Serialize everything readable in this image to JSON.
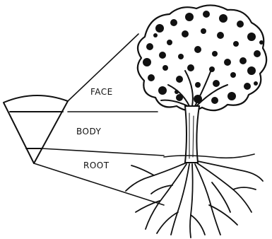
{
  "diagram": {
    "labels": {
      "face": "FACE",
      "body": "BODY",
      "root": "ROOT"
    },
    "colors": {
      "ink": "#111111",
      "background": "#ffffff"
    }
  }
}
